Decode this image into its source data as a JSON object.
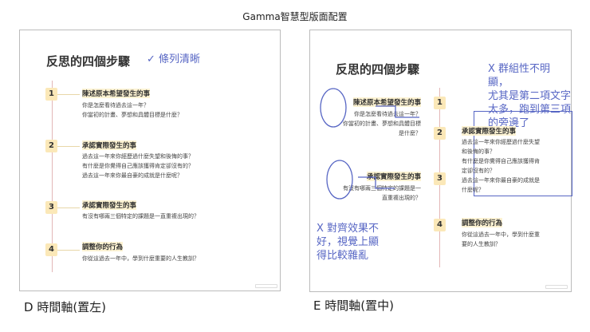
{
  "page_title": "Gamma智慧型版面配置",
  "left": {
    "title": "反思的四個步驟",
    "note": "✓ 條列清晰",
    "caption": "D 時間軸(置左)",
    "steps": [
      {
        "num": "1",
        "head": "陳述原本希望發生的事",
        "lines": [
          "你是怎麼看待過去這一年？",
          "你當初的計畫、夢想和具體目標是什麼？"
        ]
      },
      {
        "num": "2",
        "head": "承認實際發生的事",
        "lines": [
          "過去這一年來你經歷過什麼失望和後悔的事？",
          "有什麼是你覺得自己應該獲得肯定卻沒有的？",
          "過去這一年來你最自豪的成就是什麼呢？"
        ]
      },
      {
        "num": "3",
        "head": "承認實際發生的事",
        "lines": [
          "有沒有哪兩三個特定的課題是一直重複出現的？"
        ]
      },
      {
        "num": "4",
        "head": "調整你的行為",
        "lines": [
          "你從這過去一年中，學到什麼重要的人生教訓？"
        ]
      }
    ]
  },
  "right": {
    "title": "反思的四個步驟",
    "note_top": [
      "X 群組性不明顯，",
      "尤其是第二項文字",
      "太多，跑到第三項",
      "的旁邊了"
    ],
    "note_bottom": [
      "X 對齊效果不",
      "好，視覺上顯",
      "得比較雜亂"
    ],
    "caption": "E 時間軸(置中)",
    "steps": [
      {
        "num": "1",
        "head": "陳述原本希望發生的事",
        "lines": [
          "你是怎麼看待過去這一年？",
          "你當初的計畫、夢想和具體目標",
          "是什麼？"
        ]
      },
      {
        "num": "2",
        "head": "承認實際發生的事",
        "lines": [
          "過去這一年來你經歷過什麼失望",
          "和後悔的事？",
          "有什麼是你覺得自己應該獲得肯",
          "定卻沒有的？",
          "過去這一年來你最自豪的成就是",
          "什麼呢？"
        ]
      },
      {
        "num": "3",
        "head": "承認實際發生的事",
        "lines": [
          "有沒有哪兩三個特定的課題是一",
          "直重複出現的？"
        ]
      },
      {
        "num": "4",
        "head": "調整你的行為",
        "lines": [
          "你從這過去一年中，學到什麼重",
          "要的人生教訓？"
        ]
      }
    ]
  },
  "colors": {
    "annotation": "#5766c4",
    "number_bg": "#fbe8b8",
    "timeline": "#e3b7b7"
  }
}
